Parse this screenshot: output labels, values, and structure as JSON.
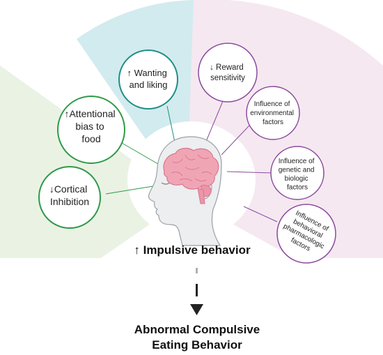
{
  "colors": {
    "green_sector": "#eaf2e4",
    "blue_sector": "#d2ebef",
    "purple_sector": "#f5e8f1",
    "green_stroke": "#2e9a48",
    "teal_stroke": "#1f8f84",
    "purple_stroke": "#8a4a9c",
    "connector": "#888888"
  },
  "factors": [
    {
      "id": "cortical-inhibition",
      "lines": [
        "↓Cortical",
        "Inhibition"
      ],
      "group": "green"
    },
    {
      "id": "attentional-bias",
      "lines": [
        "↑Attentional",
        "bias to",
        "food"
      ],
      "group": "green"
    },
    {
      "id": "wanting-liking",
      "lines": [
        "↑ Wanting",
        "and liking"
      ],
      "group": "teal"
    },
    {
      "id": "reward-sensitivity",
      "lines": [
        "↓ Reward",
        "sensitivity"
      ],
      "group": "purple"
    },
    {
      "id": "environmental",
      "lines": [
        "Influence of",
        "environmental",
        "factors"
      ],
      "group": "purple"
    },
    {
      "id": "genetic-biologic",
      "lines": [
        "Influence of",
        "genetic and",
        "biologic",
        "factors"
      ],
      "group": "purple"
    },
    {
      "id": "behavioral-pharmacologic",
      "lines": [
        "Influence of",
        "behavioral",
        "pharmacologic",
        "factors"
      ],
      "group": "purple"
    }
  ],
  "center": {
    "title": "↑ Impulsive behavior",
    "icon": "human-head-brain-icon"
  },
  "outcome": {
    "arrow_icon": "down-arrow-icon",
    "line1": "Abnormal Compulsive",
    "line2": "Eating Behavior"
  }
}
